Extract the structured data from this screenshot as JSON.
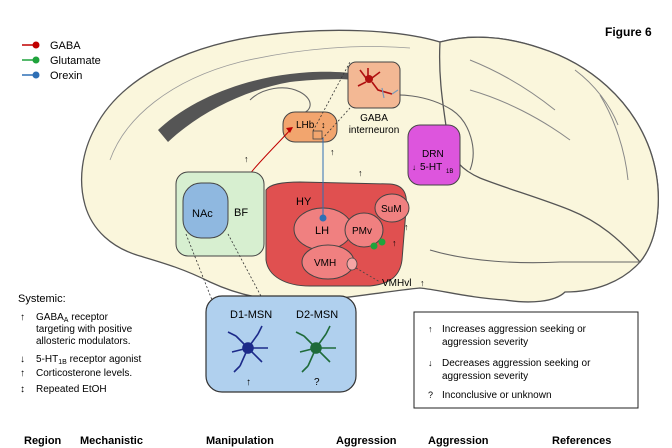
{
  "figure_label": "Figure 6",
  "legend": [
    {
      "label": "GABA",
      "color": "#c00000"
    },
    {
      "label": "Glutamate",
      "color": "#1fa33c"
    },
    {
      "label": "Orexin",
      "color": "#2e6fb5"
    }
  ],
  "regions": {
    "lhb": "LHb",
    "gaba_interneuron_line1": "GABA",
    "gaba_interneuron_line2": "interneuron",
    "drn": "DRN",
    "drn_receptor": "5-HT",
    "drn_receptor_sub": "1B",
    "hy": "HY",
    "sum": "SuM",
    "lh": "LH",
    "pmv": "PMv",
    "vmh": "VMH",
    "vmhvl": "VMHvl",
    "nac": "NAc",
    "bf": "BF",
    "d1_msn": "D1-MSN",
    "d2_msn": "D2-MSN",
    "d1_marker": "↑",
    "d2_marker": "?"
  },
  "systemic": {
    "title": "Systemic:",
    "items": [
      {
        "symbol": "↑",
        "lines": [
          "GABA",
          "A",
          " receptor",
          "targeting with positive",
          "allosteric modulators."
        ]
      },
      {
        "symbol": "↓",
        "text": "5-HT",
        "sub": "1B",
        "rest": " receptor agonist"
      },
      {
        "symbol": "↑",
        "text": "Corticosterone levels."
      },
      {
        "symbol": "↕",
        "text": "Repeated EtOH"
      }
    ]
  },
  "key": [
    {
      "symbol": "↑",
      "lines": [
        "Increases aggression seeking or",
        "aggression severity"
      ]
    },
    {
      "symbol": "↓",
      "lines": [
        "Decreases aggression seeking or",
        "aggression severity"
      ]
    },
    {
      "symbol": "?",
      "lines": [
        "Inconclusive or unknown"
      ]
    }
  ],
  "table_headers": [
    "Region",
    "Mechanistic",
    "Manipulation",
    "Aggression",
    "Aggression",
    "References"
  ],
  "arrows": {
    "up": "↑",
    "down": "↓",
    "updown": "↕"
  }
}
